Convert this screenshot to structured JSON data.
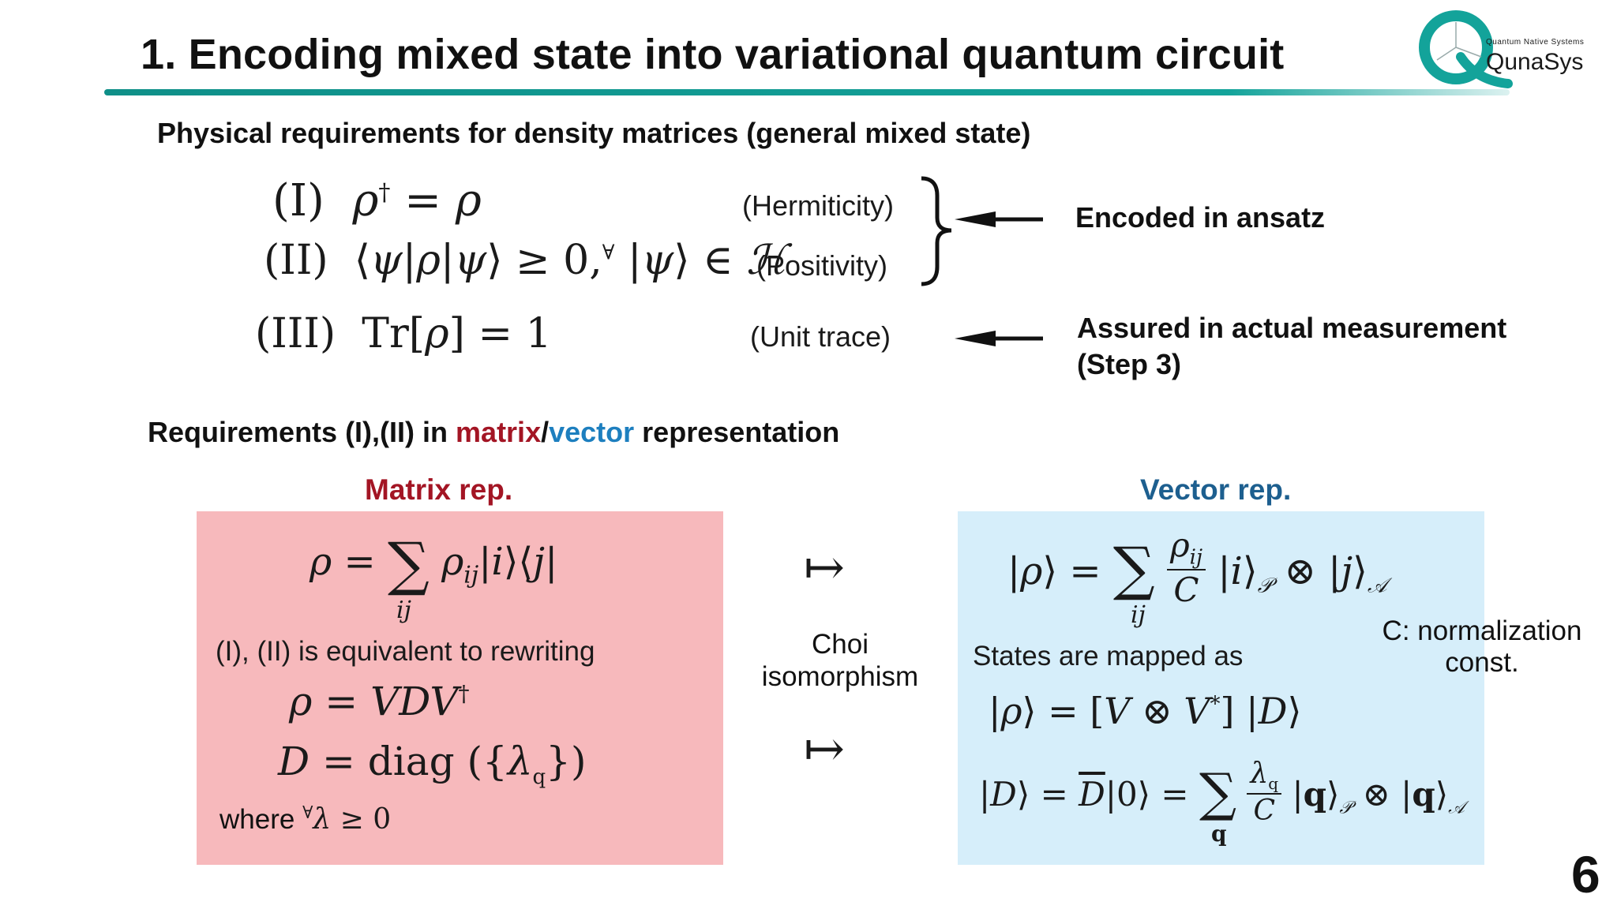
{
  "header": {
    "title": "1. Encoding mixed state into variational quantum circuit",
    "logo_tagline": "Quantum Native Systems",
    "logo_name": "QunaSys",
    "accent_color": "#13a39a"
  },
  "section1": {
    "heading": "Physical requirements for density matrices (general mixed state)",
    "req1": {
      "num": "(I)",
      "name": "(Hermiticity)"
    },
    "req2": {
      "num": "(II)",
      "name": "(Positivity)"
    },
    "req3": {
      "num": "(III)",
      "name": "(Unit trace)"
    },
    "note1": "Encoded in ansatz",
    "note2_line1": "Assured in actual measurement",
    "note2_line2": "(Step 3)"
  },
  "section2": {
    "heading_prefix": "Requirements (I),(II) in ",
    "heading_matrix": "matrix",
    "heading_slash": "/",
    "heading_vector": "vector",
    "heading_suffix": " representation",
    "matrix_color": "#a31524",
    "vector_color": "#1d7fbf"
  },
  "matrix_rep": {
    "heading": "Matrix rep.",
    "equivalence_text": "(I), (II) is equivalent to rewriting",
    "where_text": "where",
    "box_color": "#f7b9bc"
  },
  "middle": {
    "line1": "Choi",
    "line2": "isomorphism"
  },
  "vector_rep": {
    "heading": "Vector rep.",
    "mapped_text": "States are mapped as",
    "norm_line1": "C: normalization",
    "norm_line2": "const.",
    "box_color": "#d6eefa"
  },
  "page_number": "6"
}
